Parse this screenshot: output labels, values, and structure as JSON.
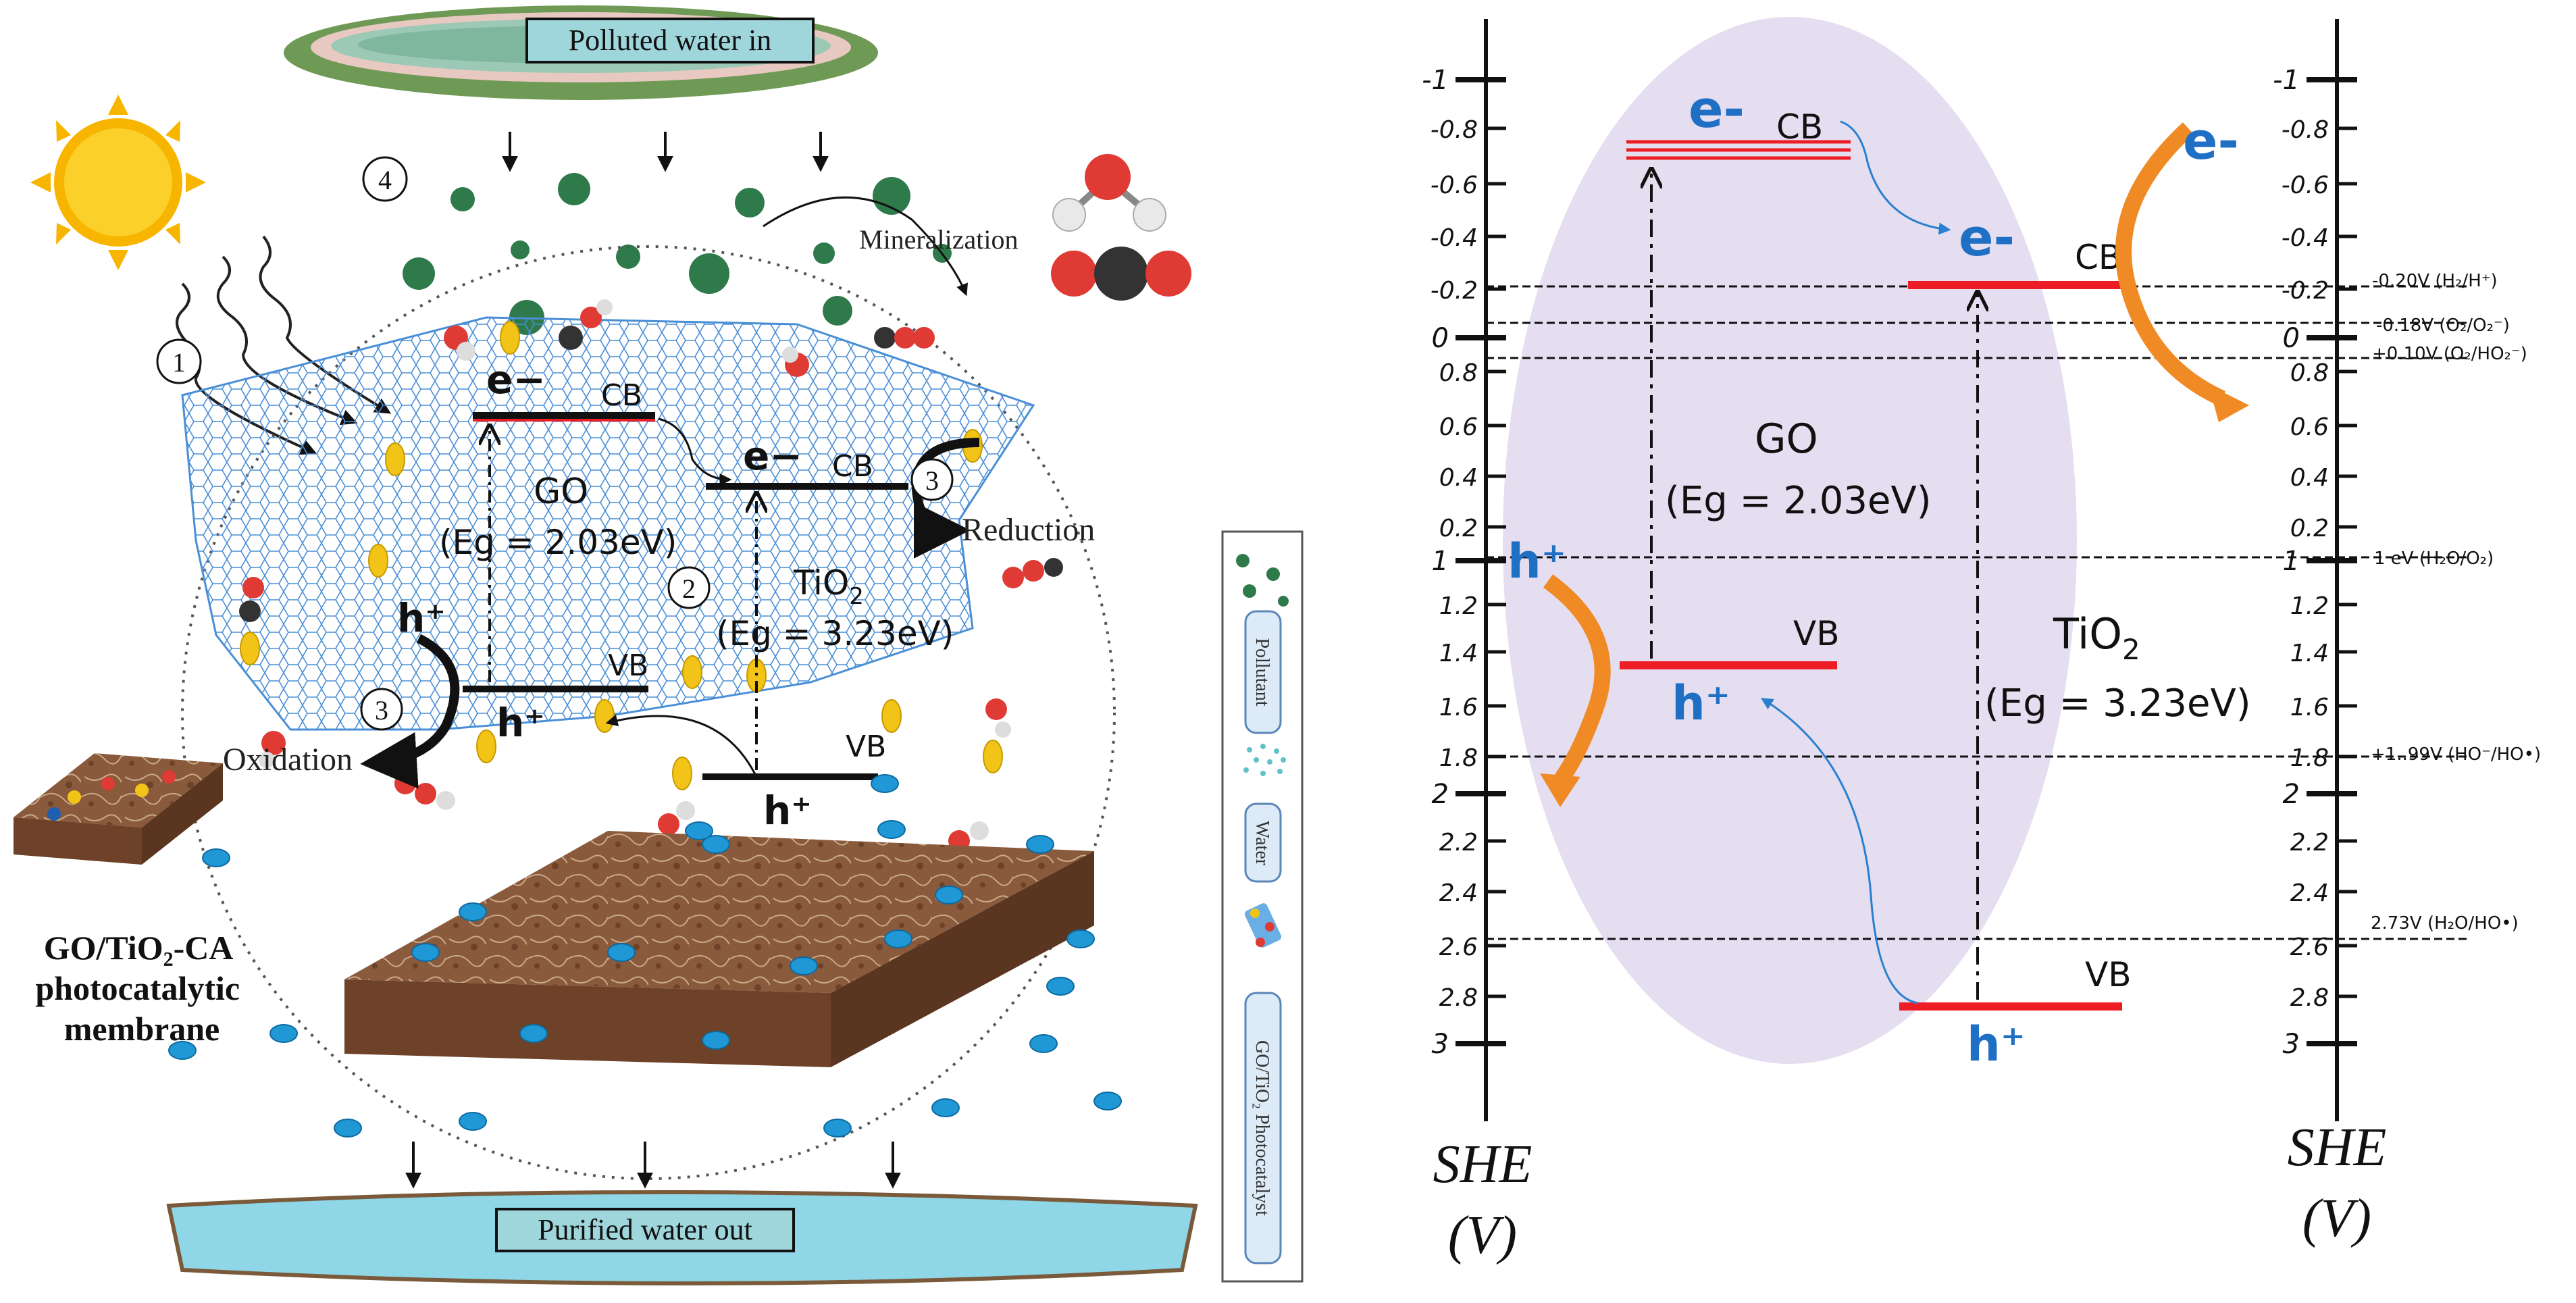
{
  "left_panel": {
    "inlet_label": "Polluted water in",
    "outlet_label": "Purified water out",
    "step_markers": [
      "1",
      "2",
      "3",
      "3",
      "4"
    ],
    "mineralization_label": "Mineralization",
    "reduction_label": "Reduction",
    "oxidation_label": "Oxidation",
    "go_label": "GO",
    "go_gap": "(Eg = 2.03eV)",
    "tio2_label_main": "TiO",
    "tio2_label_sub": "2",
    "tio2_gap": "(Eg = 3.23eV)",
    "cb_label": "CB",
    "vb_label": "VB",
    "electron_label": "e−",
    "hole_label": "h⁺",
    "membrane_label_lines": [
      "GO/TiO₂-CA",
      "photocatalytic",
      "membrane"
    ]
  },
  "legend": {
    "items": [
      "Pollutant",
      "Water",
      "GO/TiO₂ Photocatalyst"
    ]
  },
  "energy_diagram": {
    "axis_left_ticks": [
      "-1",
      "-0.8",
      "-0.6",
      "-0.4",
      "-0.2",
      "0",
      "0.8",
      "0.6",
      "0.4",
      "0.2",
      "1",
      "1.2",
      "1.4",
      "1.6",
      "1.8",
      "2",
      "2.2",
      "2.4",
      "2.6",
      "2.8",
      "3"
    ],
    "axis_right_ticks": [
      "-1",
      "-0.8",
      "-0.6",
      "-0.4",
      "-0.2",
      "0",
      "0.8",
      "0.6",
      "0.4",
      "0.2",
      "1",
      "1.2",
      "1.4",
      "1.6",
      "1.8",
      "2",
      "2.2",
      "2.4",
      "2.6",
      "2.8",
      "3"
    ],
    "axis_label_line1": "SHE",
    "axis_label_line2": "(V)",
    "reference_levels": [
      "-0.20V (H₂/H⁺)",
      "-0.18V (O₂/O₂⁻)",
      "+0.10V (O₂/HO₂⁻)",
      "1 eV (H₂O/O₂)",
      "+1..99V (HO⁻/HO•)",
      "2.73V (H₂O/HO•)"
    ],
    "go_label": "GO",
    "go_gap": "(Eg = 2.03eV)",
    "tio2_label_main": "TiO",
    "tio2_label_sub": "2",
    "tio2_gap": "(Eg = 3.23eV)",
    "cb_label": "CB",
    "vb_label": "VB",
    "electron_label": "e-",
    "hole_label": "h⁺",
    "colors": {
      "band": "#ee1c24",
      "ellipse": "#e4def0",
      "carrier": "#1f6fc5",
      "arrow": "#f08a24"
    }
  }
}
